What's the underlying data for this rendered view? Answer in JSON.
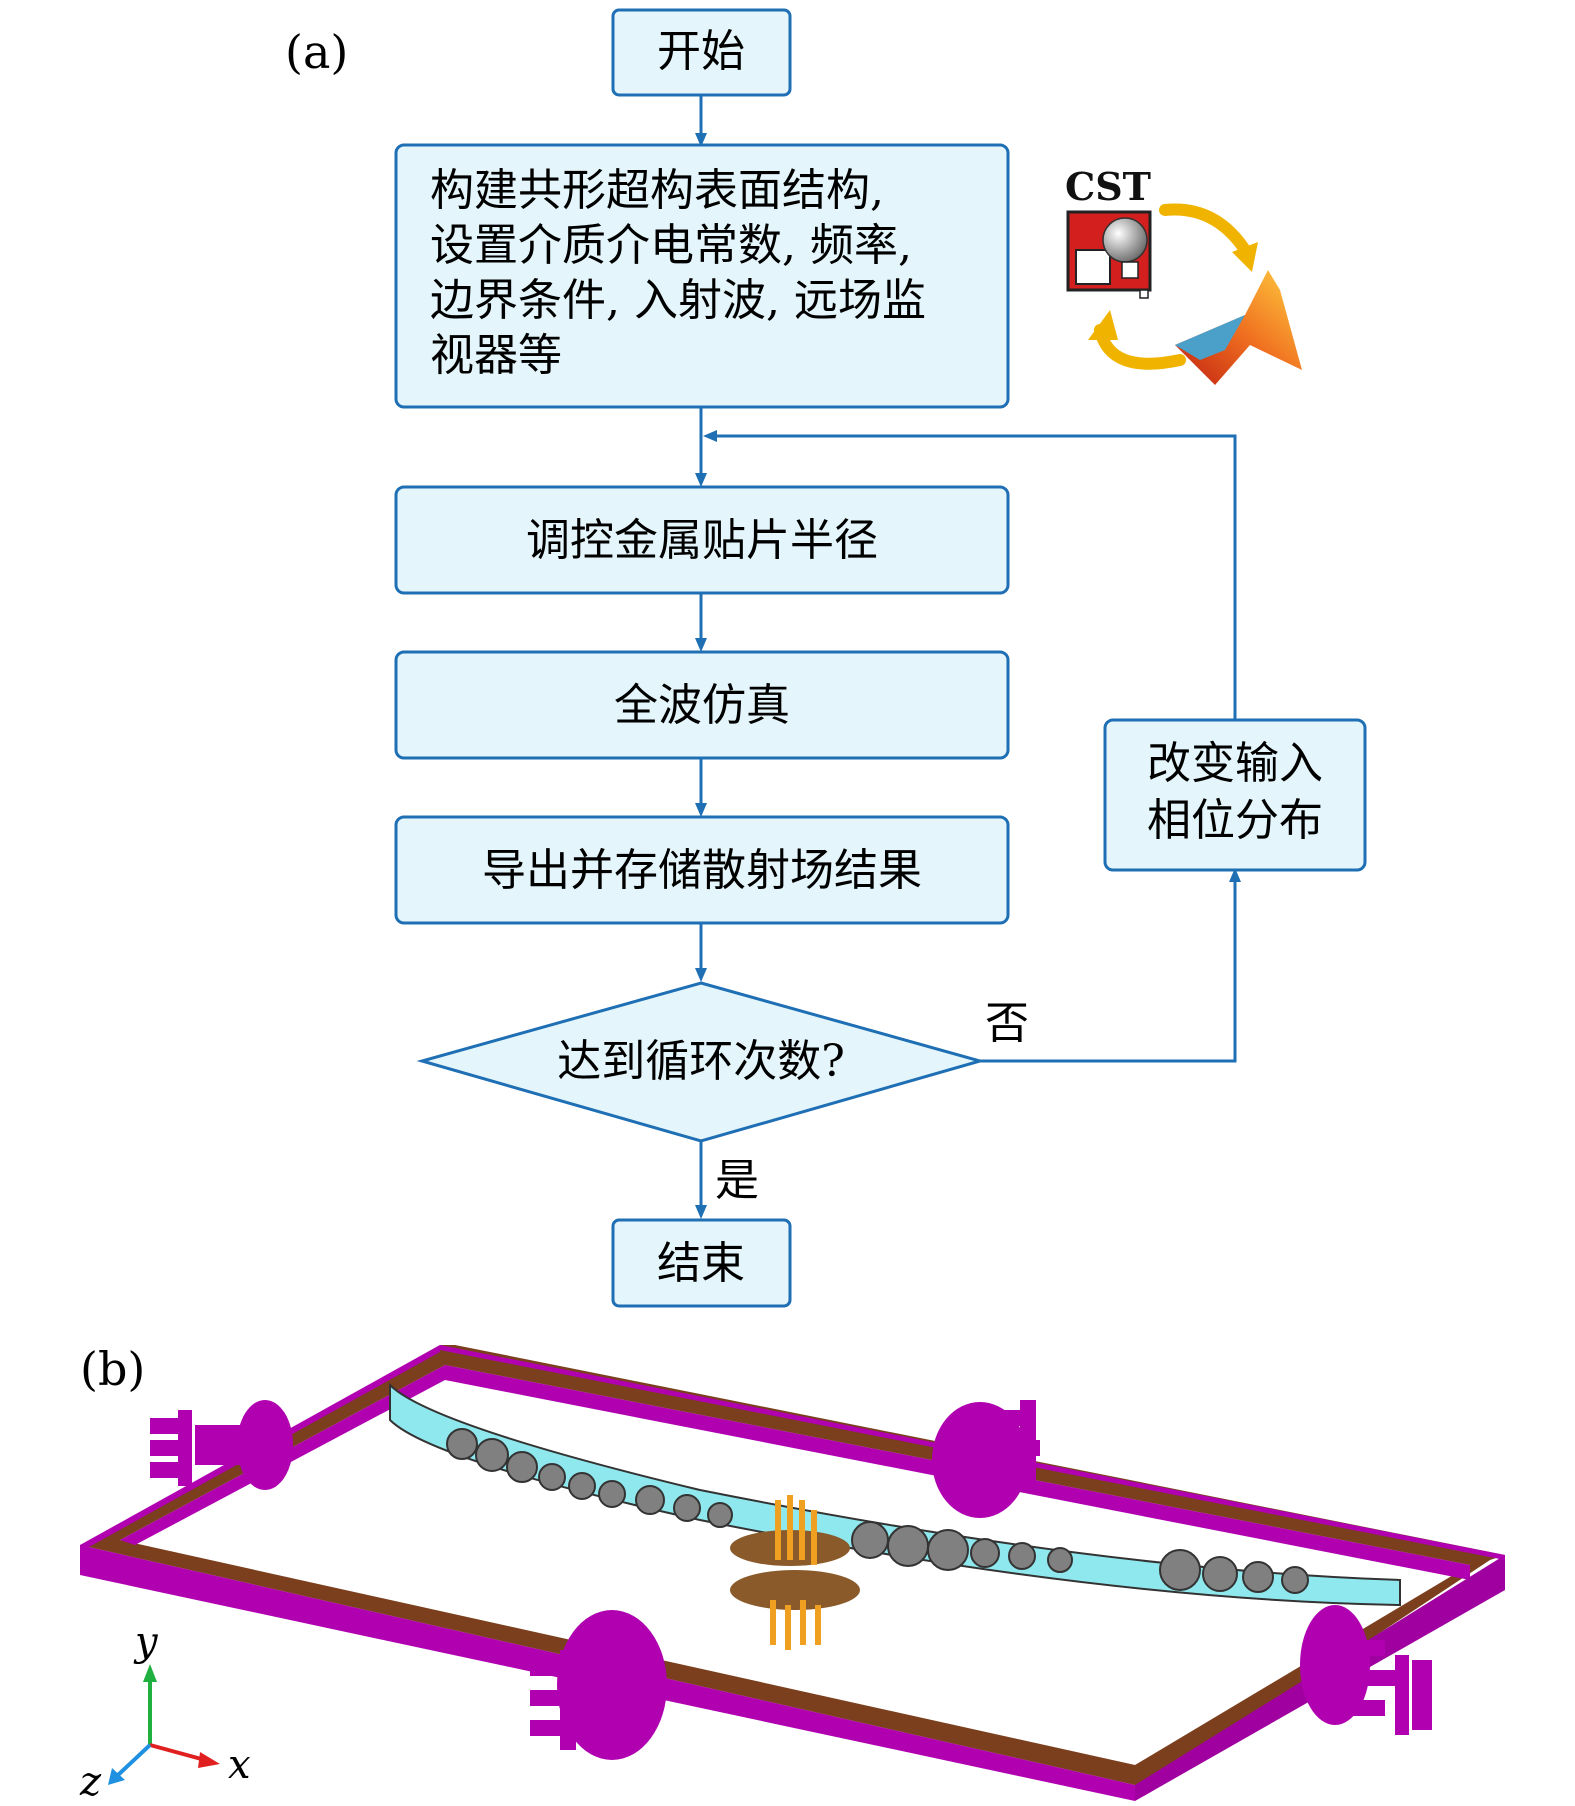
{
  "panel_a": {
    "label": "(a)",
    "start": "开始",
    "build": [
      "构建共形超构表面结构,",
      "设置介质介电常数, 频率,",
      "边界条件, 入射波, 远场监",
      "视器等"
    ],
    "tune": "调控金属贴片半径",
    "simulate": "全波仿真",
    "export": "导出并存储散射场结果",
    "decision": "达到循环次数?",
    "no_label": "否",
    "yes_label": "是",
    "change": [
      "改变输入",
      "相位分布"
    ],
    "end": "结束",
    "cst_logo": "CST",
    "colors": {
      "box_fill": "#e4f6fb",
      "box_stroke": "#1f6fb5",
      "arrow": "#1f6fb5",
      "cycle_arrow": "#f0b400"
    }
  },
  "panel_b": {
    "label": "(b)",
    "axes": {
      "x": "x",
      "y": "y",
      "z": "z"
    },
    "colors": {
      "frame_top": "#7b3f1e",
      "frame_side": "#b000b0",
      "strip": "#8fe8ee",
      "patch": "#808080",
      "pin": "#f0a020",
      "disk": "#8a5a2a",
      "x_axis": "#e02020",
      "y_axis": "#20b040",
      "z_axis": "#2090e0"
    }
  }
}
